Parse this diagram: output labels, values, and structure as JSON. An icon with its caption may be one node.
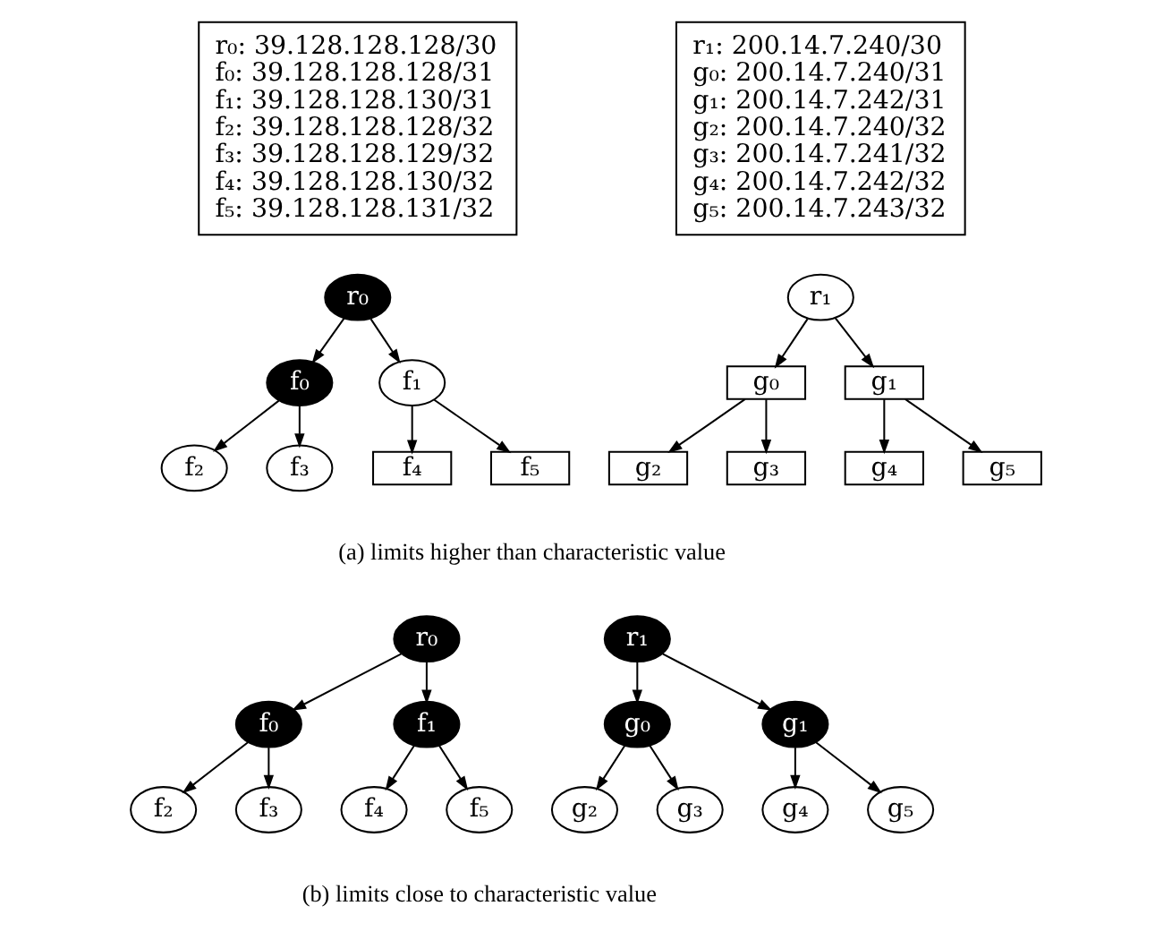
{
  "diagram": {
    "nodes": [
      {
        "text": [
          "r₀: 39.128.128.128/30",
          "f₀: 39.128.128.128/31",
          "f₁: 39.128.128.130/31",
          "f₂: 39.128.128.128/32",
          "f₃: 39.128.128.129/32",
          "f₄: 39.128.128.130/32",
          "f₅: 39.128.128.131/32"
        ]
      },
      {
        "text": [
          "r₁: 200.14.7.240/30",
          "g₀: 200.14.7.240/31",
          "g₁: 200.14.7.242/31",
          "g₂: 200.14.7.240/32",
          "g₃: 200.14.7.241/32",
          "g₄: 200.14.7.242/32",
          "g₅: 200.14.7.243/32"
        ]
      },
      {
        "text": [
          "r₀"
        ]
      },
      {
        "text": [
          "f₀"
        ]
      },
      {
        "text": [
          "f₁"
        ]
      },
      {
        "text": [
          "f₂"
        ]
      },
      {
        "text": [
          "f₃"
        ]
      },
      {
        "text": [
          "f₄"
        ]
      },
      {
        "text": [
          "f₅"
        ]
      },
      {
        "text": [
          "r₁"
        ]
      },
      {
        "text": [
          "g₀"
        ]
      },
      {
        "text": [
          "g₁"
        ]
      },
      {
        "text": [
          "g₂"
        ]
      },
      {
        "text": [
          "g₃"
        ]
      },
      {
        "text": [
          "g₄"
        ]
      },
      {
        "text": [
          "g₅"
        ]
      },
      {
        "text": [
          "r₀"
        ]
      },
      {
        "text": [
          "f₀"
        ]
      },
      {
        "text": [
          "f₁"
        ]
      },
      {
        "text": [
          "f₂"
        ]
      },
      {
        "text": [
          "f₃"
        ]
      },
      {
        "text": [
          "f₄"
        ]
      },
      {
        "text": [
          "f₅"
        ]
      },
      {
        "text": [
          "r₁"
        ]
      },
      {
        "text": [
          "g₀"
        ]
      },
      {
        "text": [
          "g₁"
        ]
      },
      {
        "text": [
          "g₂"
        ]
      },
      {
        "text": [
          "g₃"
        ]
      },
      {
        "text": [
          "g₄"
        ]
      },
      {
        "text": [
          "g₅"
        ]
      }
    ],
    "edges": [
      {
        "from": 2,
        "to": 3,
        "arrow": "to"
      },
      {
        "from": 2,
        "to": 4,
        "arrow": "to"
      },
      {
        "from": 3,
        "to": 5,
        "arrow": "to"
      },
      {
        "from": 3,
        "to": 6,
        "arrow": "to"
      },
      {
        "from": 4,
        "to": 7,
        "arrow": "to"
      },
      {
        "from": 4,
        "to": 8,
        "arrow": "to"
      },
      {
        "from": 9,
        "to": 10,
        "arrow": "to"
      },
      {
        "from": 9,
        "to": 11,
        "arrow": "to"
      },
      {
        "from": 10,
        "to": 12,
        "arrow": "to"
      },
      {
        "from": 10,
        "to": 13,
        "arrow": "to"
      },
      {
        "from": 11,
        "to": 14,
        "arrow": "to"
      },
      {
        "from": 11,
        "to": 15,
        "arrow": "to"
      },
      {
        "from": 16,
        "to": 17,
        "arrow": "to"
      },
      {
        "from": 16,
        "to": 18,
        "arrow": "to"
      },
      {
        "from": 17,
        "to": 19,
        "arrow": "to"
      },
      {
        "from": 17,
        "to": 20,
        "arrow": "to"
      },
      {
        "from": 18,
        "to": 21,
        "arrow": "to"
      },
      {
        "from": 18,
        "to": 22,
        "arrow": "to"
      },
      {
        "from": 23,
        "to": 24,
        "arrow": "to"
      },
      {
        "from": 23,
        "to": 25,
        "arrow": "to"
      },
      {
        "from": 24,
        "to": 26,
        "arrow": "to"
      },
      {
        "from": 24,
        "to": 27,
        "arrow": "to"
      },
      {
        "from": 25,
        "to": 28,
        "arrow": "to"
      },
      {
        "from": 25,
        "to": 29,
        "arrow": "to"
      }
    ],
    "labels": [
      "(a) limits higher than characteristic value",
      "(b) limits close to characteristic value"
    ]
  }
}
